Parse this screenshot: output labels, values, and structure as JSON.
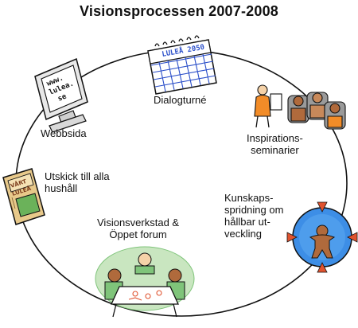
{
  "title": "Visionsprocessen 2007-2008",
  "stages": {
    "dialogturne": {
      "label": "Dialogturné"
    },
    "inspiration": {
      "line1": "Inspirations-",
      "line2": "seminarier"
    },
    "kunskap": {
      "line1": "Kunskaps-",
      "line2": "spridning om",
      "line3": "hållbar ut-",
      "line4": "veckling"
    },
    "verkstad": {
      "line1": "Visionsverkstad &",
      "line2": "Öppet forum"
    },
    "utskick": {
      "line1": "Utskick till alla",
      "line2": "hushåll"
    },
    "webbsida": {
      "label": "Webbsida"
    }
  },
  "illustrations": {
    "calendar": {
      "text": "LULEÅ 2050"
    },
    "monitor": {
      "line1": "www.",
      "line2": "lulea.",
      "line3": "se"
    },
    "newspaper": {
      "line1": "VÅRT",
      "line2": "LULEÅ"
    }
  },
  "colors": {
    "calendar_blue": "#2b4fc9",
    "globe_blue": "#3d8ee6",
    "arrow_red": "#e0532f",
    "figure_brown": "#b06a3c",
    "table_green": "#7fc47a",
    "orange": "#f28c28",
    "paper_tan": "#e8c98a"
  }
}
